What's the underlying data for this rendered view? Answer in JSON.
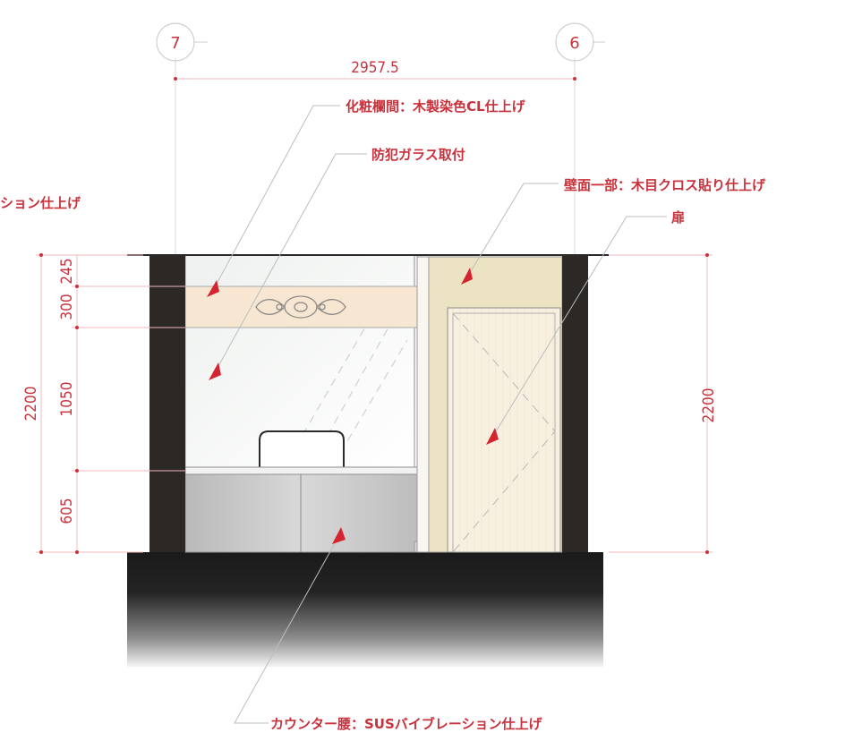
{
  "grid": {
    "left_label": "7",
    "right_label": "6"
  },
  "dimensions": {
    "overall_width": "2957.5",
    "left_total_height": "2200",
    "right_total_height": "2200",
    "transom_top": "245",
    "transom": "300",
    "glass": "1050",
    "counter": "605"
  },
  "notes": {
    "transom": "化粧欄間：木製染色CL仕上げ",
    "glass": "防犯ガラス取付",
    "wall": "壁面一部：木目クロス貼り仕上げ",
    "door": "扉",
    "left_cut": "ション仕上げ",
    "counter": "カウンター腰：SUSバイブレーション仕上げ"
  },
  "colors": {
    "annotation": "#c8323c",
    "column": "#2b2826",
    "floor": "#1b1a1a",
    "wall_panel": "#ece3c2",
    "door": "#f8f1e2",
    "transom": "#f7e7d2",
    "counter": "#c7c7c7"
  }
}
